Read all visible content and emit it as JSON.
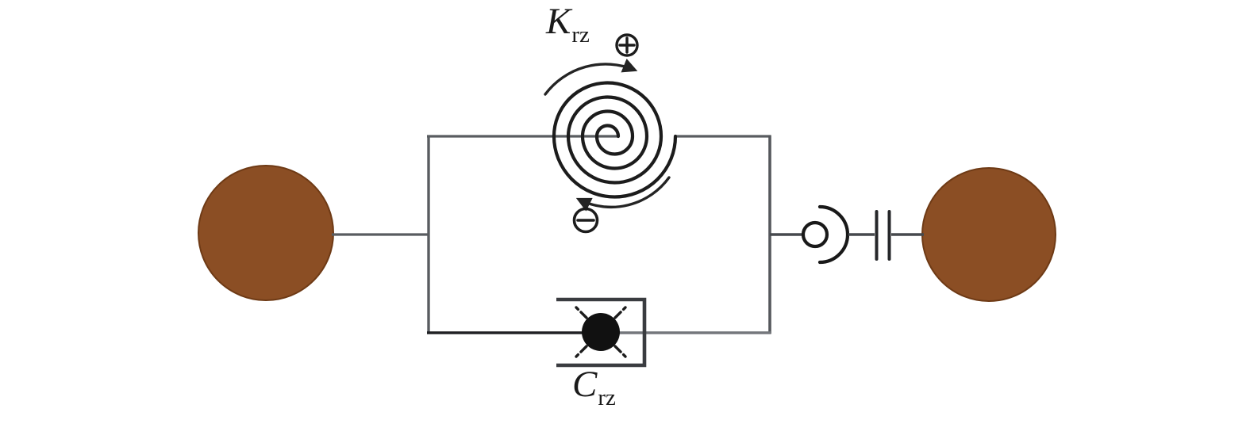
{
  "figure": {
    "description": "Torsional spring-damper coupling schematic between two masses",
    "labels": {
      "spring": {
        "base": "K",
        "sub": "rz"
      },
      "damper": {
        "base": "C",
        "sub": "rz"
      }
    },
    "signs": {
      "plus": "+",
      "minus": "−"
    },
    "colors": {
      "mass_brown": "#8b4e24",
      "mass_edge": "#6e3a15",
      "line_gray": "#595c60",
      "line_dark": "#202124",
      "line_light": "#74777c",
      "symbol_black": "#1c1c1c",
      "background": "#ffffff"
    }
  }
}
